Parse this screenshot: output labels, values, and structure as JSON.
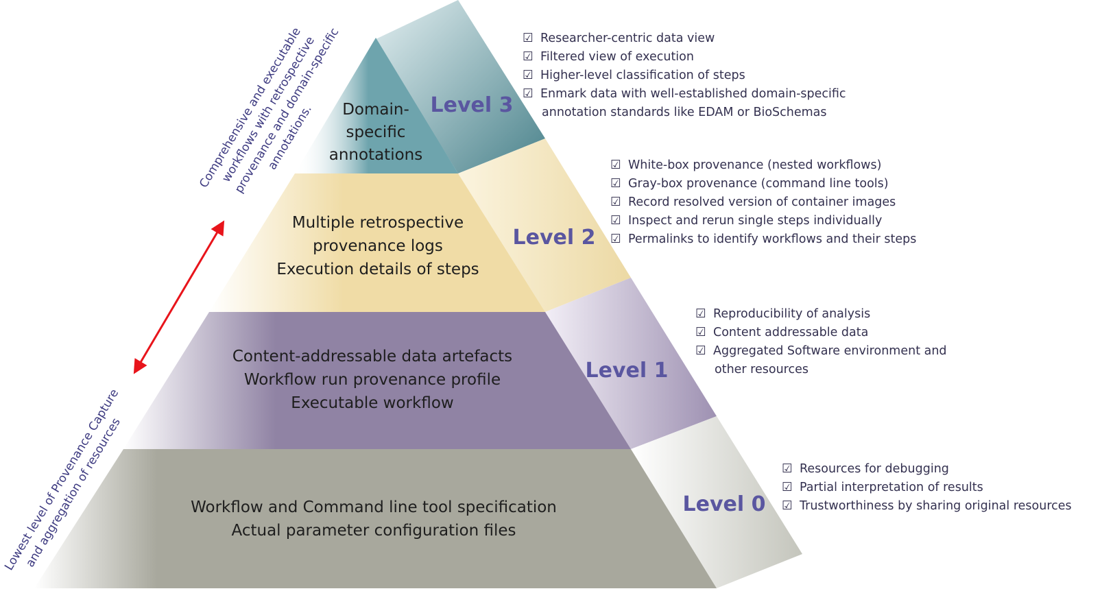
{
  "tiers": [
    {
      "level_label": "Level 3",
      "lines": [
        "Domain-",
        "specific",
        "annotations"
      ],
      "color": "#6ea4ad",
      "side_color": "#4e8790",
      "bullets": [
        "Researcher-centric data view",
        "Filtered view of execution",
        "Higher-level classification of steps",
        "Enmark data with well-established domain-specific",
        "annotation standards like EDAM or BioSchemas"
      ]
    },
    {
      "level_label": "Level 2",
      "lines": [
        "Multiple retrospective",
        "provenance logs",
        "Execution details of steps"
      ],
      "color": "#f0dca6",
      "side_color": "#ecd9a4",
      "bullets": [
        "White-box provenance (nested workflows)",
        "Gray-box provenance (command line tools)",
        "Record resolved version of container images",
        "Inspect and rerun single steps individually",
        "Permalinks to identify workflows and their steps"
      ]
    },
    {
      "level_label": "Level 1",
      "lines": [
        "Content-addressable data artefacts",
        "Workflow run provenance profile",
        "Executable workflow"
      ],
      "color": "#9083a4",
      "side_color": "#a89cbb",
      "bullets": [
        "Reproducibility of analysis",
        "Content addressable data",
        "Aggregated Software environment and",
        "other resources"
      ]
    },
    {
      "level_label": "Level 0",
      "lines": [
        "Workflow and Command line tool specification",
        "Actual parameter configuration files"
      ],
      "color": "#a8a89d",
      "side_color": "#c8c9c1",
      "bullets": [
        "Resources for debugging",
        "Partial interpretation of results",
        "Trustworthiness by sharing original resources"
      ]
    }
  ],
  "check_symbol": "☑",
  "axis": {
    "top_lines": [
      "Comprehensive and executable",
      "workflows with retrospective",
      "provenance and domain-specific",
      "annotations."
    ],
    "bottom_lines": [
      "Lowest level of Provenance Capture",
      "and aggregation of resources"
    ],
    "arrow_color": "#e8141b"
  }
}
